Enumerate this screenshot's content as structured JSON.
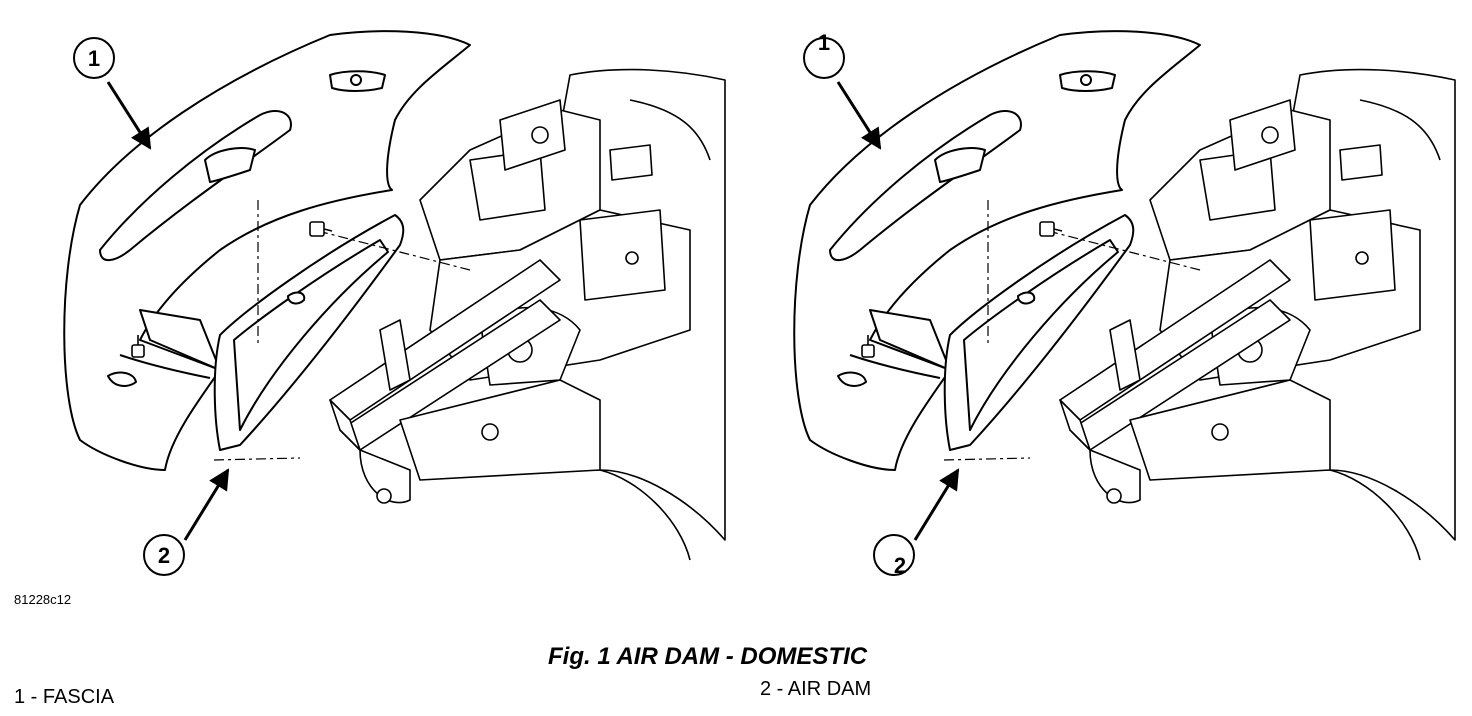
{
  "figure": {
    "code": "81228c12",
    "caption": "Fig. 1 AIR DAM - DOMESTIC",
    "callouts": [
      "1",
      "2"
    ]
  },
  "legend": [
    {
      "num": "1",
      "text": "1 - FASCIA"
    },
    {
      "num": "2",
      "text": "2 - AIR DAM"
    }
  ]
}
